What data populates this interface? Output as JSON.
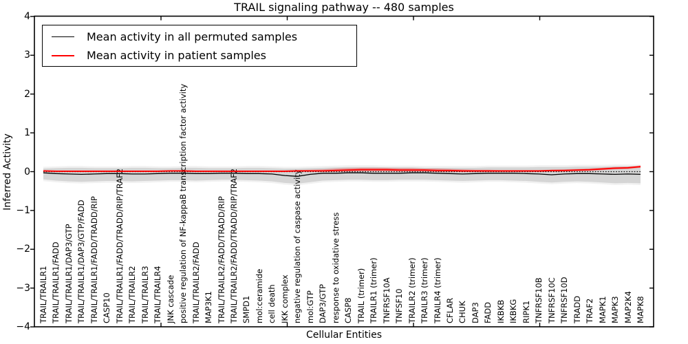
{
  "chart_data": {
    "type": "line",
    "title": "TRAIL signaling pathway -- 480 samples",
    "xlabel": "Cellular Entities",
    "ylabel": "Inferred Activity",
    "ylim": [
      -4,
      4
    ],
    "yticks": [
      -4,
      -3,
      -2,
      -1,
      0,
      1,
      2,
      3,
      4
    ],
    "grid": false,
    "legend_position": "upper left",
    "zero_line": 0,
    "categories": [
      "TRAIL/TRAILR1",
      "TRAIL/TRAILR1/FADD",
      "TRAIL/TRAILR1/DAP3/GTP",
      "TRAIL/TRAILR1/DAP3/GTP/FADD",
      "TRAIL/TRAILR1/FADD/TRADD/RIP",
      "CASP10",
      "TRAIL/TRAILR1/FADD/TRADD/RIP/TRAF2",
      "TRAIL/TRAILR2",
      "TRAIL/TRAILR3",
      "TRAIL/TRAILR4",
      "JNK cascade",
      "positive regulation of NF-kappaB transcription factor activity",
      "TRAIL/TRAILR2/FADD",
      "MAP3K1",
      "TRAIL/TRAILR2/FADD/TRADD/RIP",
      "TRAIL/TRAILR2/FADD/TRADD/RIP/TRAF2",
      "SMPD1",
      "mol:ceramide",
      "cell death",
      "IKK complex",
      "negative regulation of caspase activity",
      "mol:GTP",
      "DAP3/GTP",
      "response to oxidative stress",
      "CASP8",
      "TRAIL (trimer)",
      "TRAILR1 (trimer)",
      "TNFRSF10A",
      "TNFSF10",
      "TRAILR2 (trimer)",
      "TRAILR3 (trimer)",
      "TRAILR4 (trimer)",
      "CFLAR",
      "CHUK",
      "DAP3",
      "FADD",
      "IKBKB",
      "IKBKG",
      "RIPK1",
      "TNFRSF10B",
      "TNFRSF10C",
      "TNFRSF10D",
      "TRADD",
      "TRAF2",
      "MAPK1",
      "MAPK3",
      "MAP2K4",
      "MAPK8"
    ],
    "series": [
      {
        "name": "Mean activity in all permuted samples",
        "color": "#000000",
        "values": [
          -0.03,
          -0.05,
          -0.06,
          -0.07,
          -0.06,
          -0.05,
          -0.05,
          -0.06,
          -0.06,
          -0.05,
          -0.04,
          -0.04,
          -0.05,
          -0.05,
          -0.04,
          -0.04,
          -0.05,
          -0.05,
          -0.06,
          -0.1,
          -0.12,
          -0.07,
          -0.04,
          -0.04,
          -0.03,
          -0.03,
          -0.04,
          -0.04,
          -0.04,
          -0.03,
          -0.03,
          -0.04,
          -0.05,
          -0.06,
          -0.05,
          -0.04,
          -0.04,
          -0.04,
          -0.05,
          -0.06,
          -0.08,
          -0.06,
          -0.05,
          -0.05,
          -0.06,
          -0.07,
          -0.06,
          -0.07
        ]
      },
      {
        "name": "Mean activity in patient samples",
        "color": "#ff0000",
        "values": [
          0.02,
          0.01,
          0.01,
          0.01,
          0.01,
          0.01,
          0.01,
          0.01,
          0.01,
          0.01,
          0.02,
          0.02,
          0.01,
          0.01,
          0.01,
          0.01,
          0.01,
          0.01,
          0.01,
          0.01,
          0.02,
          0.02,
          0.02,
          0.03,
          0.04,
          0.05,
          0.05,
          0.05,
          0.04,
          0.04,
          0.04,
          0.03,
          0.03,
          0.02,
          0.02,
          0.02,
          0.02,
          0.02,
          0.02,
          0.02,
          0.03,
          0.03,
          0.04,
          0.05,
          0.07,
          0.09,
          0.1,
          0.13
        ]
      }
    ],
    "bands": [
      {
        "name": "permuted samples spread",
        "color": "#e0e0e0",
        "upper": [
          0.08,
          0.09,
          0.1,
          0.1,
          0.09,
          0.09,
          0.09,
          0.1,
          0.1,
          0.09,
          0.09,
          0.1,
          0.1,
          0.09,
          0.09,
          0.09,
          0.1,
          0.1,
          0.09,
          0.08,
          0.08,
          0.09,
          0.1,
          0.11,
          0.12,
          0.12,
          0.12,
          0.11,
          0.11,
          0.11,
          0.1,
          0.1,
          0.1,
          0.1,
          0.1,
          0.11,
          0.11,
          0.11,
          0.11,
          0.12,
          0.12,
          0.12,
          0.13,
          0.13,
          0.13,
          0.14,
          0.14,
          0.14
        ],
        "lower": [
          -0.2,
          -0.23,
          -0.25,
          -0.26,
          -0.25,
          -0.24,
          -0.24,
          -0.25,
          -0.24,
          -0.23,
          -0.22,
          -0.22,
          -0.23,
          -0.22,
          -0.21,
          -0.21,
          -0.22,
          -0.23,
          -0.25,
          -0.29,
          -0.31,
          -0.27,
          -0.23,
          -0.22,
          -0.21,
          -0.21,
          -0.22,
          -0.22,
          -0.21,
          -0.21,
          -0.21,
          -0.22,
          -0.23,
          -0.24,
          -0.23,
          -0.22,
          -0.22,
          -0.23,
          -0.24,
          -0.26,
          -0.28,
          -0.26,
          -0.25,
          -0.26,
          -0.28,
          -0.3,
          -0.29,
          -0.3
        ]
      },
      {
        "name": "patient samples spread",
        "color": "#f4b4b4",
        "upper": [
          0.04,
          0.03,
          0.03,
          0.03,
          0.03,
          0.03,
          0.03,
          0.03,
          0.03,
          0.03,
          0.04,
          0.04,
          0.03,
          0.03,
          0.03,
          0.03,
          0.03,
          0.03,
          0.03,
          0.03,
          0.04,
          0.05,
          0.06,
          0.08,
          0.09,
          0.1,
          0.1,
          0.1,
          0.09,
          0.09,
          0.08,
          0.08,
          0.07,
          0.06,
          0.05,
          0.05,
          0.04,
          0.04,
          0.04,
          0.04,
          0.05,
          0.06,
          0.07,
          0.08,
          0.1,
          0.12,
          0.13,
          0.16
        ],
        "lower": [
          0.0,
          -0.01,
          -0.01,
          -0.01,
          -0.01,
          -0.01,
          -0.01,
          -0.01,
          -0.01,
          -0.01,
          0.0,
          0.0,
          -0.01,
          -0.01,
          -0.01,
          -0.01,
          -0.01,
          -0.01,
          -0.01,
          -0.01,
          0.0,
          0.0,
          0.0,
          0.0,
          0.0,
          0.01,
          0.01,
          0.01,
          0.0,
          0.0,
          0.0,
          -0.01,
          -0.01,
          -0.01,
          -0.01,
          -0.01,
          -0.01,
          -0.01,
          -0.01,
          -0.01,
          0.0,
          0.0,
          0.01,
          0.02,
          0.04,
          0.06,
          0.07,
          0.1
        ]
      }
    ],
    "legend": {
      "entries": [
        {
          "label": "Mean activity in all permuted samples",
          "color": "#000000"
        },
        {
          "label": "Mean activity in patient samples",
          "color": "#ff0000"
        }
      ]
    }
  }
}
